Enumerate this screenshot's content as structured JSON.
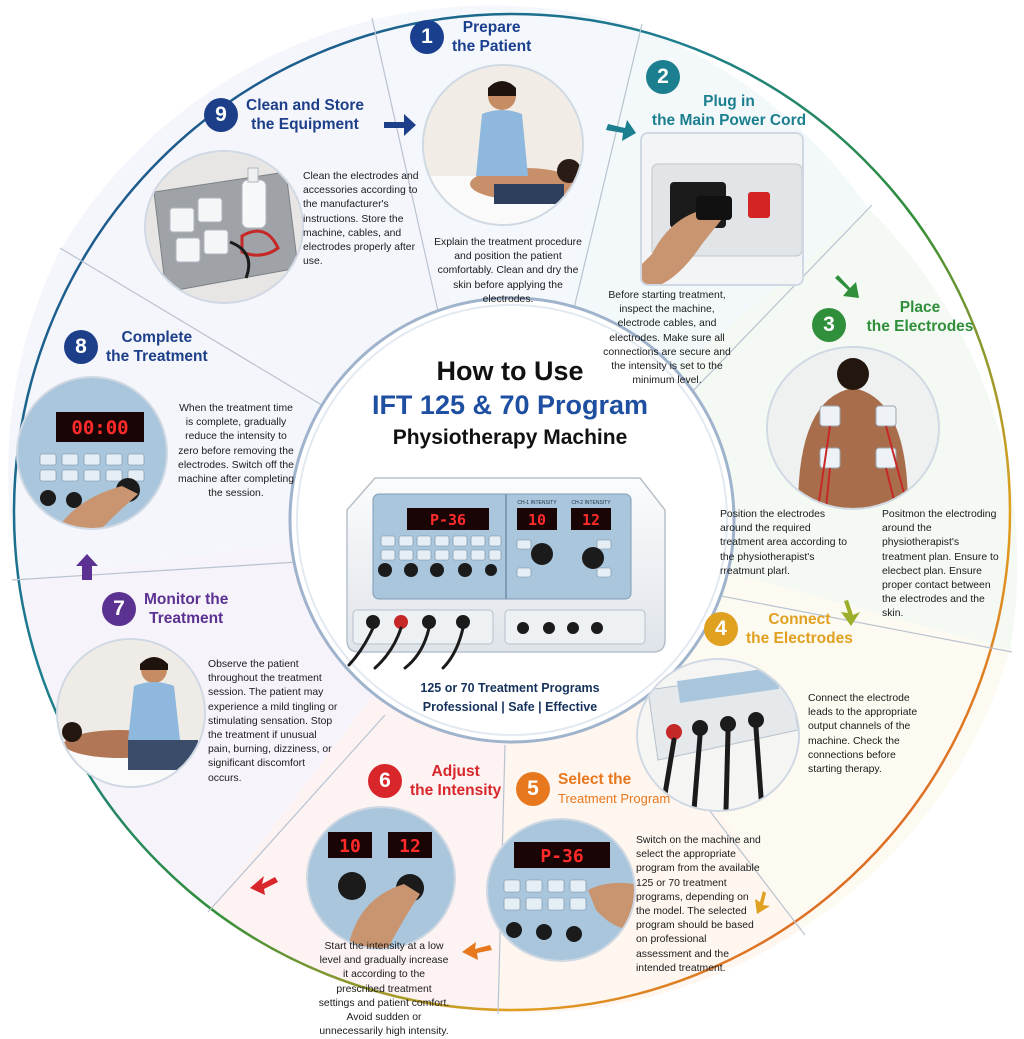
{
  "center": {
    "title_line1": "How to Use",
    "title_line2": "IFT 125 & 70 Program",
    "title_line3": "Physiotherapy Machine",
    "tagline": "125 or 70 Treatment Programs",
    "features": "Professional | Safe | Effective",
    "machine_display_program": "P-36",
    "machine_display_ch1": "10",
    "machine_display_ch2": "12",
    "machine_label_ch1": "CH-1 INTENSITY",
    "machine_label_ch2": "CH-2 INTENSITY"
  },
  "colors": {
    "step1": "#1a3f8f",
    "step2": "#1c7f8f",
    "step3": "#2f8f3a",
    "step4": "#e0a020",
    "step5": "#e8781e",
    "step6": "#d9262b",
    "step7": "#5b3191",
    "step8": "#1d3f8a",
    "step9": "#1d3f8a"
  },
  "steps": [
    {
      "number": "1",
      "title_line1": "Prepare",
      "title_line2": "the Patient",
      "description": "Explain the treatment procedure and position the patient comfortably. Clean and dry the skin before applying the electrodes."
    },
    {
      "number": "2",
      "title_line1": "Plug in",
      "title_line2": "the Main Power Cord",
      "description": "Before starting treatment, inspect the machine, electrode cables, and electrodes. Make sure all connections are secure and the intensity is set to the minimum level."
    },
    {
      "number": "3",
      "title_line1": "Place",
      "title_line2": "the Electrodes",
      "description": "Position the electrodes around the required treatment area according to the physiotherapist's rreatmunt plarl.",
      "description_b": "Positmon the electroding around the physiotherapist's treatment plan. Ensure to elecbect plan. Ensure proper contact between the electrodes and the skin."
    },
    {
      "number": "4",
      "title_line1": "Connect",
      "title_line2": "the Electrodes",
      "description": "Connect the electrode leads to the appropriate output channels of the machine. Check the connections before starting therapy."
    },
    {
      "number": "5",
      "title_line1": "Select the",
      "title_line2": "Treatment Program",
      "description": "Switch on the machine and select the appropriate program from the available 125 or 70 treatment programs, depending on the model. The selected program should be based on professional assessment and the intended treatment.",
      "display": "P-36"
    },
    {
      "number": "6",
      "title_line1": "Adjust",
      "title_line2": "the Intensity",
      "description": "Start the intensity at a low level and gradually increase it according to the prescribed treatment settings and patient comfort. Avoid sudden or unnecessarily high intensity.",
      "display_ch1": "10",
      "display_ch2": "12"
    },
    {
      "number": "7",
      "title_line1": "Monitor the",
      "title_line2": "Treatment",
      "description": "Observe the patient throughout the treatment session. The patient may experience a mild tingling or stimulating sensation. Stop the treatment if unusual pain, burning, dizziness, or significant discomfort occurs."
    },
    {
      "number": "8",
      "title_line1": "Complete",
      "title_line2": "the Treatment",
      "description": "When the treatment time is complete, gradually reduce the intensity to zero before removing the electrodes. Switch off the machine after completing the session.",
      "display": "00:00"
    },
    {
      "number": "9",
      "title_line1": "Clean and Store",
      "title_line2": "the Equipment",
      "description": "Clean the electrodes and accessories according to the manufacturer's instructions. Store the machine, cables, and electrodes properly after use."
    }
  ]
}
